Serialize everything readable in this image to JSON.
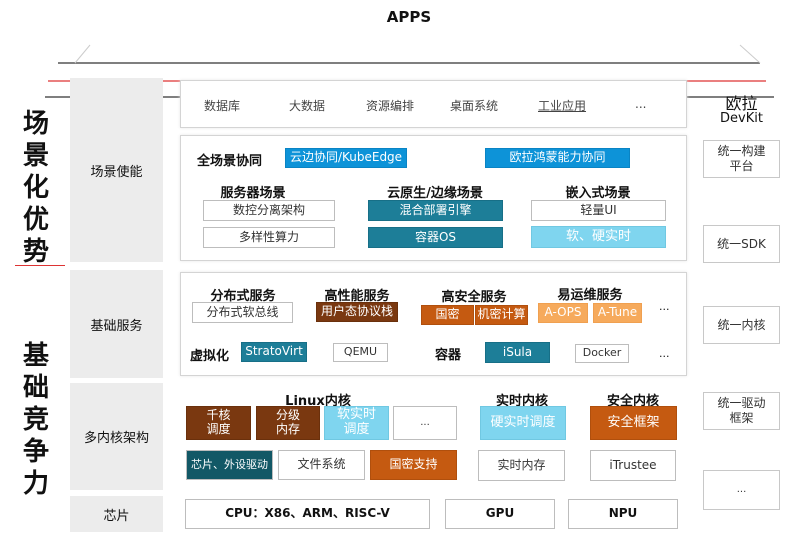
{
  "apps_title": "APPS",
  "left": {
    "top": "场景化优势",
    "bottom": "基础竞争力"
  },
  "layers": [
    "场景使能",
    "基础服务",
    "多内核架构",
    "芯片"
  ],
  "apps": [
    "数据库",
    "大数据",
    "资源编排",
    "桌面系统",
    "工业应用",
    "..."
  ],
  "scene": {
    "collab_label": "全场景协同",
    "collab": [
      "云边协同/KubeEdge",
      "欧拉鸿蒙能力协同"
    ],
    "groups": [
      {
        "title": "服务器场景",
        "items": [
          "数控分离架构",
          "多样性算力"
        ]
      },
      {
        "title": "云原生/边缘场景",
        "items": [
          "混合部署引擎",
          "容器OS"
        ]
      },
      {
        "title": "嵌入式场景",
        "items": [
          "轻量UI",
          "软、硬实时"
        ]
      }
    ]
  },
  "base": {
    "h": [
      "分布式服务",
      "高性能服务",
      "高安全服务",
      "易运维服务"
    ],
    "items": [
      "分布式软总线",
      "用户态协议栈",
      "国密",
      "机密计算",
      "A-OPS",
      "A-Tune",
      "..."
    ],
    "virt_label": "虚拟化",
    "virt": [
      "StratoVirt",
      "QEMU"
    ],
    "container_label": "容器",
    "container": [
      "iSula",
      "Docker"
    ],
    "more": "..."
  },
  "kernel": {
    "linux": "Linux内核",
    "rt": "实时内核",
    "sec": "安全内核",
    "linux_items": [
      "千核\n调度",
      "分级\n内存",
      "软实时\n调度",
      "...",
      "芯片、外设驱动",
      "文件系统",
      "国密支持"
    ],
    "rt_items": [
      "硬实时调度",
      "实时内存"
    ],
    "sec_items": [
      "安全框架",
      "iTrustee"
    ]
  },
  "chips": [
    "CPU：X86、ARM、RISC-V",
    "GPU",
    "NPU"
  ],
  "devkit": {
    "title": "欧拉",
    "sub": "DevKit",
    "items": [
      "统一构建\n平台",
      "统一SDK",
      "统一内核",
      "统一驱动\n框架",
      "..."
    ]
  }
}
